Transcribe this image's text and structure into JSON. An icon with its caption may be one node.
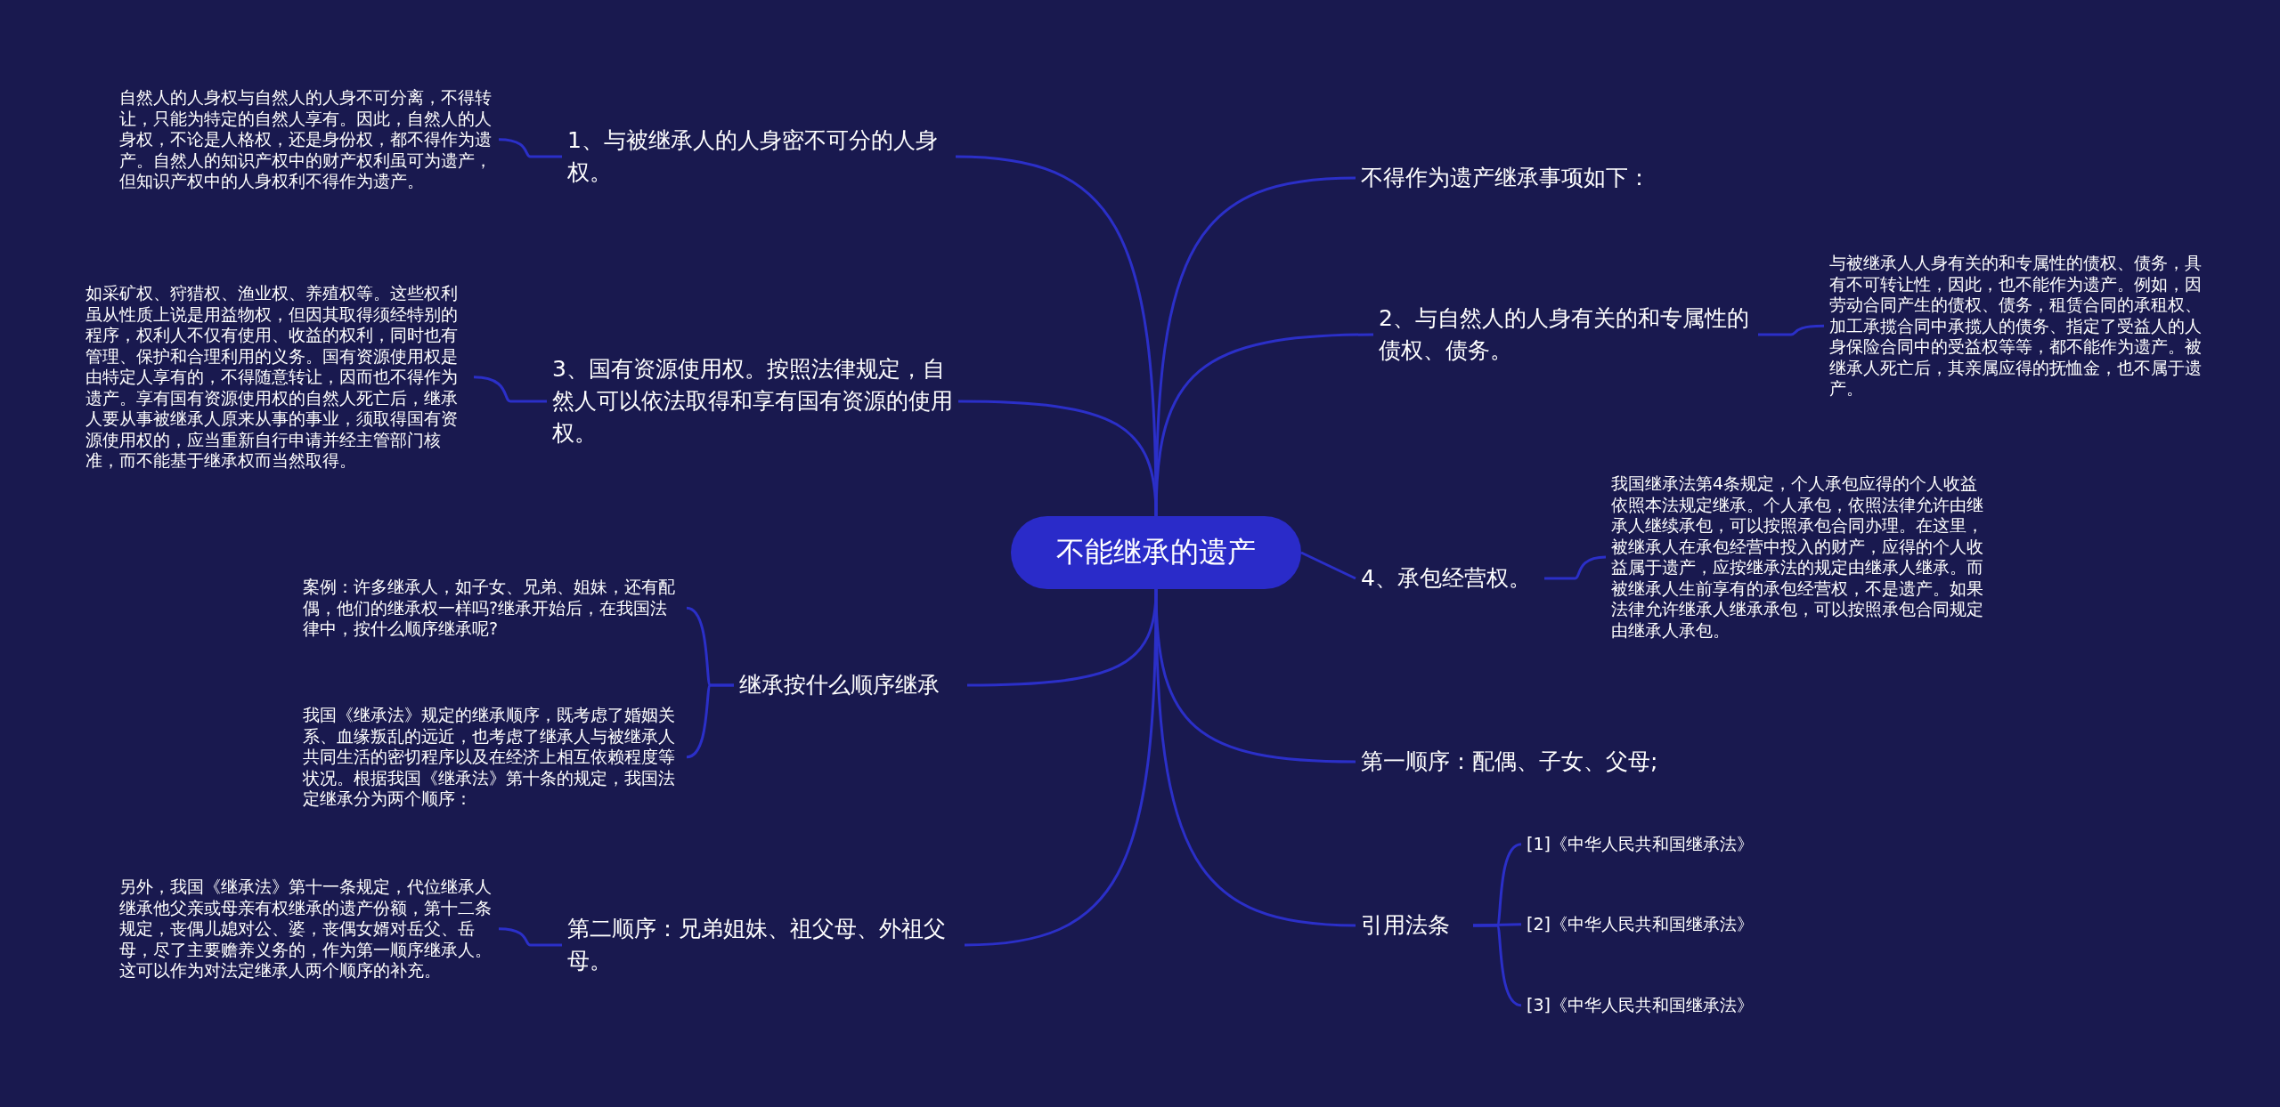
{
  "diagram": {
    "nodes": [
      {
        "text": [
          "不能继承的遗产"
        ]
      },
      {
        "text": [
          "1、与被继承人的人身密不可分的人身权。"
        ]
      },
      {
        "text": [
          "自然人的人身权与自然人的人身不可分离，不得转让，只能为特定的自然人享有。因此，自然人的人身权，不论是人格权，还是身份权，都不得作为遗产。自然人的知识产权中的财产权利虽可为遗产，但知识产权中的人身权利不得作为遗产。"
        ]
      },
      {
        "text": [
          "3、国有资源使用权。按照法律规定，自然人可以依法取得和享有国有资源的使用权。"
        ]
      },
      {
        "text": [
          "如采矿权、狩猎权、渔业权、养殖权等。这些权利虽从性质上说是用益物权，但因其取得须经特别的程序，权利人不仅有使用、收益的权利，同时也有管理、保护和合理利用的义务。国有资源使用权是由特定人享有的，不得随意转让，因而也不得作为遗产。享有国有资源使用权的自然人死亡后，继承人要从事被继承人原来从事的事业，须取得国有资源使用权的，应当重新自行申请并经主管部门核准，而不能基于继承权而当然取得。"
        ]
      },
      {
        "text": [
          "继承按什么顺序继承"
        ]
      },
      {
        "text": [
          "案例：许多继承人，如子女、兄弟、姐妹，还有配偶，他们的继承权一样吗?继承开始后，在我国法律中，按什么顺序继承呢?"
        ]
      },
      {
        "text": [
          "我国《继承法》规定的继承顺序，既考虑了婚姻关系、血缘叛乱的远近，也考虑了继承人与被继承人共同生活的密切程序以及在经济上相互依赖程度等状况。根据我国《继承法》第十条的规定，我国法定继承分为两个顺序："
        ]
      },
      {
        "text": [
          "第二顺序：兄弟姐妹、祖父母、外祖父母。"
        ]
      },
      {
        "text": [
          "另外，我国《继承法》第十一条规定，代位继承人继承他父亲或母亲有权继承的遗产份额，第十二条规定，丧偶儿媳对公、婆，丧偶女婿对岳父、岳母，尽了主要赡养义务的，作为第一顺序继承人。这可以作为对法定继承人两个顺序的补充。"
        ]
      },
      {
        "text": [
          "不得作为遗产继承事项如下："
        ]
      },
      {
        "text": [
          "2、与自然人的人身有关的和专属性的债权、债务。"
        ]
      },
      {
        "text": [
          "与被继承人人身有关的和专属性的债权、债务，具有不可转让性，因此，也不能作为遗产。例如，因劳动合同产生的债权、债务，租赁合同的承租权、加工承揽合同中承揽人的债务、指定了受益人的人身保险合同中的受益权等等，都不能作为遗产。被继承人死亡后，其亲属应得的抚恤金，也不属于遗产。"
        ]
      },
      {
        "text": [
          "4、承包经营权。"
        ]
      },
      {
        "text": [
          "我国继承法第4条规定，个人承包应得的个人收益依照本法规定继承。个人承包，依照法律允许由继承人继续承包，可以按照承包合同办理。在这里，被继承人在承包经营中投入的财产，应得的个人收益属于遗产，应按继承法的规定由继承人继承。而被继承人生前享有的承包经营权，不是遗产。如果法律允许继承人继承承包，可以按照承包合同规定由继承人承包。"
        ]
      },
      {
        "text": [
          "第一顺序：配偶、子女、父母;"
        ]
      },
      {
        "text": [
          "引用法条"
        ]
      },
      {
        "text": [
          "[1]《中华人民共和国继承法》"
        ]
      },
      {
        "text": [
          "[2]《中华人民共和国继承法》"
        ]
      },
      {
        "text": [
          "[3]《中华人民共和国继承法》"
        ]
      }
    ],
    "edges": [
      {
        "from": 0,
        "to": 1,
        "arrow": "none"
      },
      {
        "from": 1,
        "to": 2,
        "arrow": "none"
      },
      {
        "from": 0,
        "to": 3,
        "arrow": "none"
      },
      {
        "from": 3,
        "to": 4,
        "arrow": "none"
      },
      {
        "from": 0,
        "to": 5,
        "arrow": "none"
      },
      {
        "from": 5,
        "to": 6,
        "arrow": "none"
      },
      {
        "from": 5,
        "to": 7,
        "arrow": "none"
      },
      {
        "from": 0,
        "to": 8,
        "arrow": "none"
      },
      {
        "from": 8,
        "to": 9,
        "arrow": "none"
      },
      {
        "from": 0,
        "to": 10,
        "arrow": "none"
      },
      {
        "from": 0,
        "to": 11,
        "arrow": "none"
      },
      {
        "from": 11,
        "to": 12,
        "arrow": "none"
      },
      {
        "from": 0,
        "to": 13,
        "arrow": "none"
      },
      {
        "from": 13,
        "to": 14,
        "arrow": "none"
      },
      {
        "from": 0,
        "to": 15,
        "arrow": "none"
      },
      {
        "from": 0,
        "to": 16,
        "arrow": "none"
      },
      {
        "from": 16,
        "to": 17,
        "arrow": "none"
      },
      {
        "from": 16,
        "to": 18,
        "arrow": "none"
      },
      {
        "from": 16,
        "to": 19,
        "arrow": "none"
      }
    ]
  }
}
